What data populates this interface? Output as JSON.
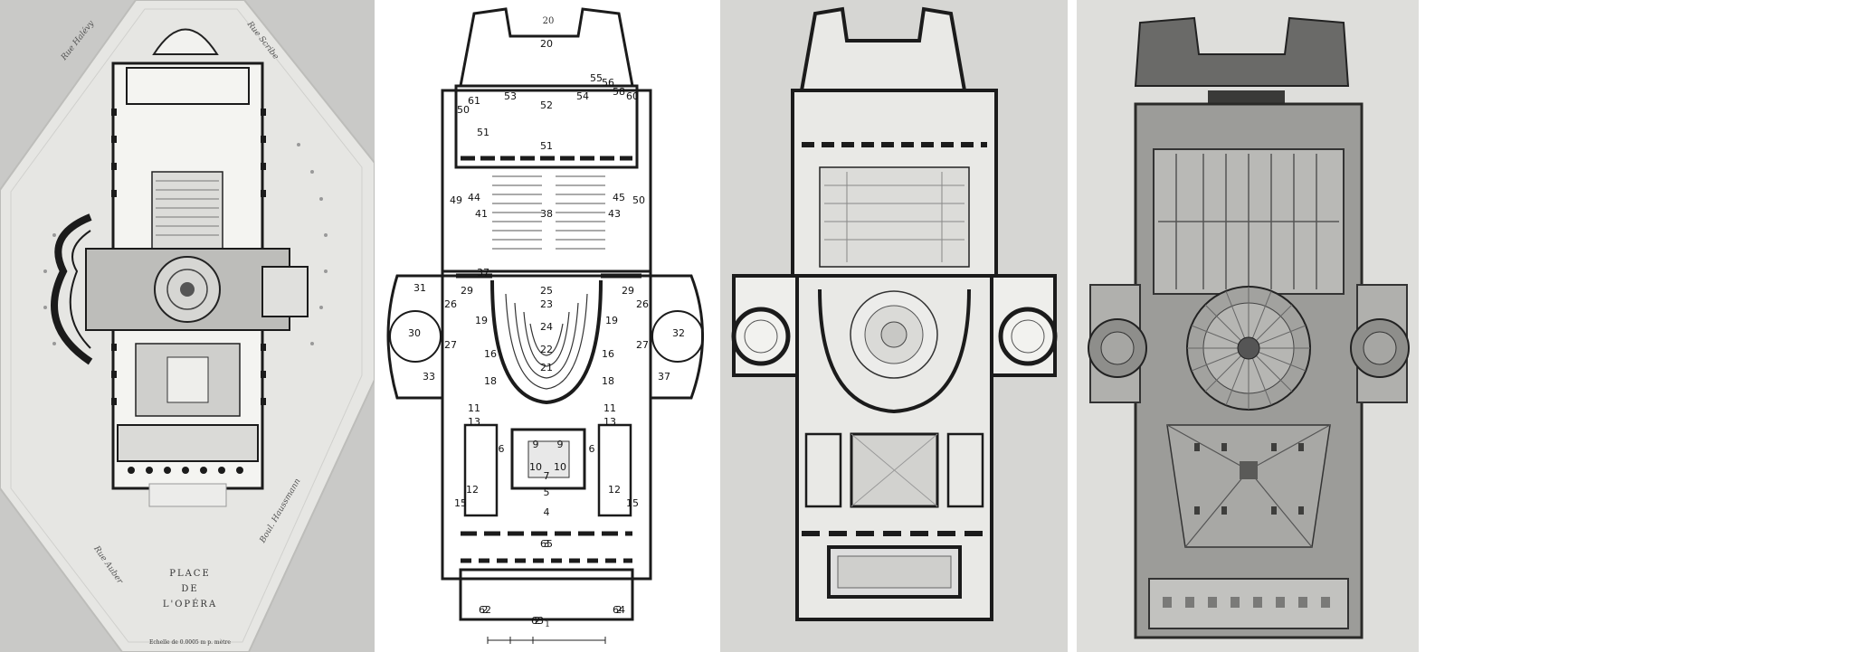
{
  "panels": [
    {
      "id": "site-plan",
      "title_lines": [
        "PLACE",
        "DE",
        "L'OPÉRA"
      ],
      "streets": [
        "Rue Scribe",
        "Rue Halévy",
        "Rue Auber",
        "Boul. Haussmann"
      ],
      "caption": "Echelle de 0.0005 m p. mètre"
    },
    {
      "id": "ground-floor-plan",
      "top_label": "20",
      "bottom_label": "1",
      "room_numbers": [
        "2",
        "2",
        "2",
        "3",
        "4",
        "5",
        "6",
        "6",
        "7",
        "9",
        "9",
        "10",
        "10",
        "11",
        "11",
        "12",
        "12",
        "13",
        "13",
        "15",
        "15",
        "16",
        "16",
        "18",
        "18",
        "19",
        "19",
        "20",
        "21",
        "22",
        "23",
        "24",
        "25",
        "26",
        "26",
        "27",
        "27",
        "29",
        "29",
        "30",
        "31",
        "32",
        "33",
        "37",
        "37",
        "38",
        "41",
        "43",
        "44",
        "45",
        "49",
        "50",
        "50",
        "51",
        "51",
        "52",
        "53",
        "54",
        "55",
        "56",
        "58",
        "60",
        "61",
        "62",
        "63",
        "64",
        "65"
      ]
    },
    {
      "id": "upper-floor-plan"
    },
    {
      "id": "roof-plan"
    }
  ],
  "colors": {
    "page_bg": "#ffffff",
    "panel1_bg": "#c9c9c7",
    "panel1_site": "#e6e6e3",
    "panel3_bg": "#d6d6d3",
    "panel4_bg": "#dededb",
    "wall": "#1b1b1b",
    "roof_dark": "#4a4a4a",
    "roof_mid": "#8a8a88",
    "roof_light": "#b7b7b4"
  }
}
